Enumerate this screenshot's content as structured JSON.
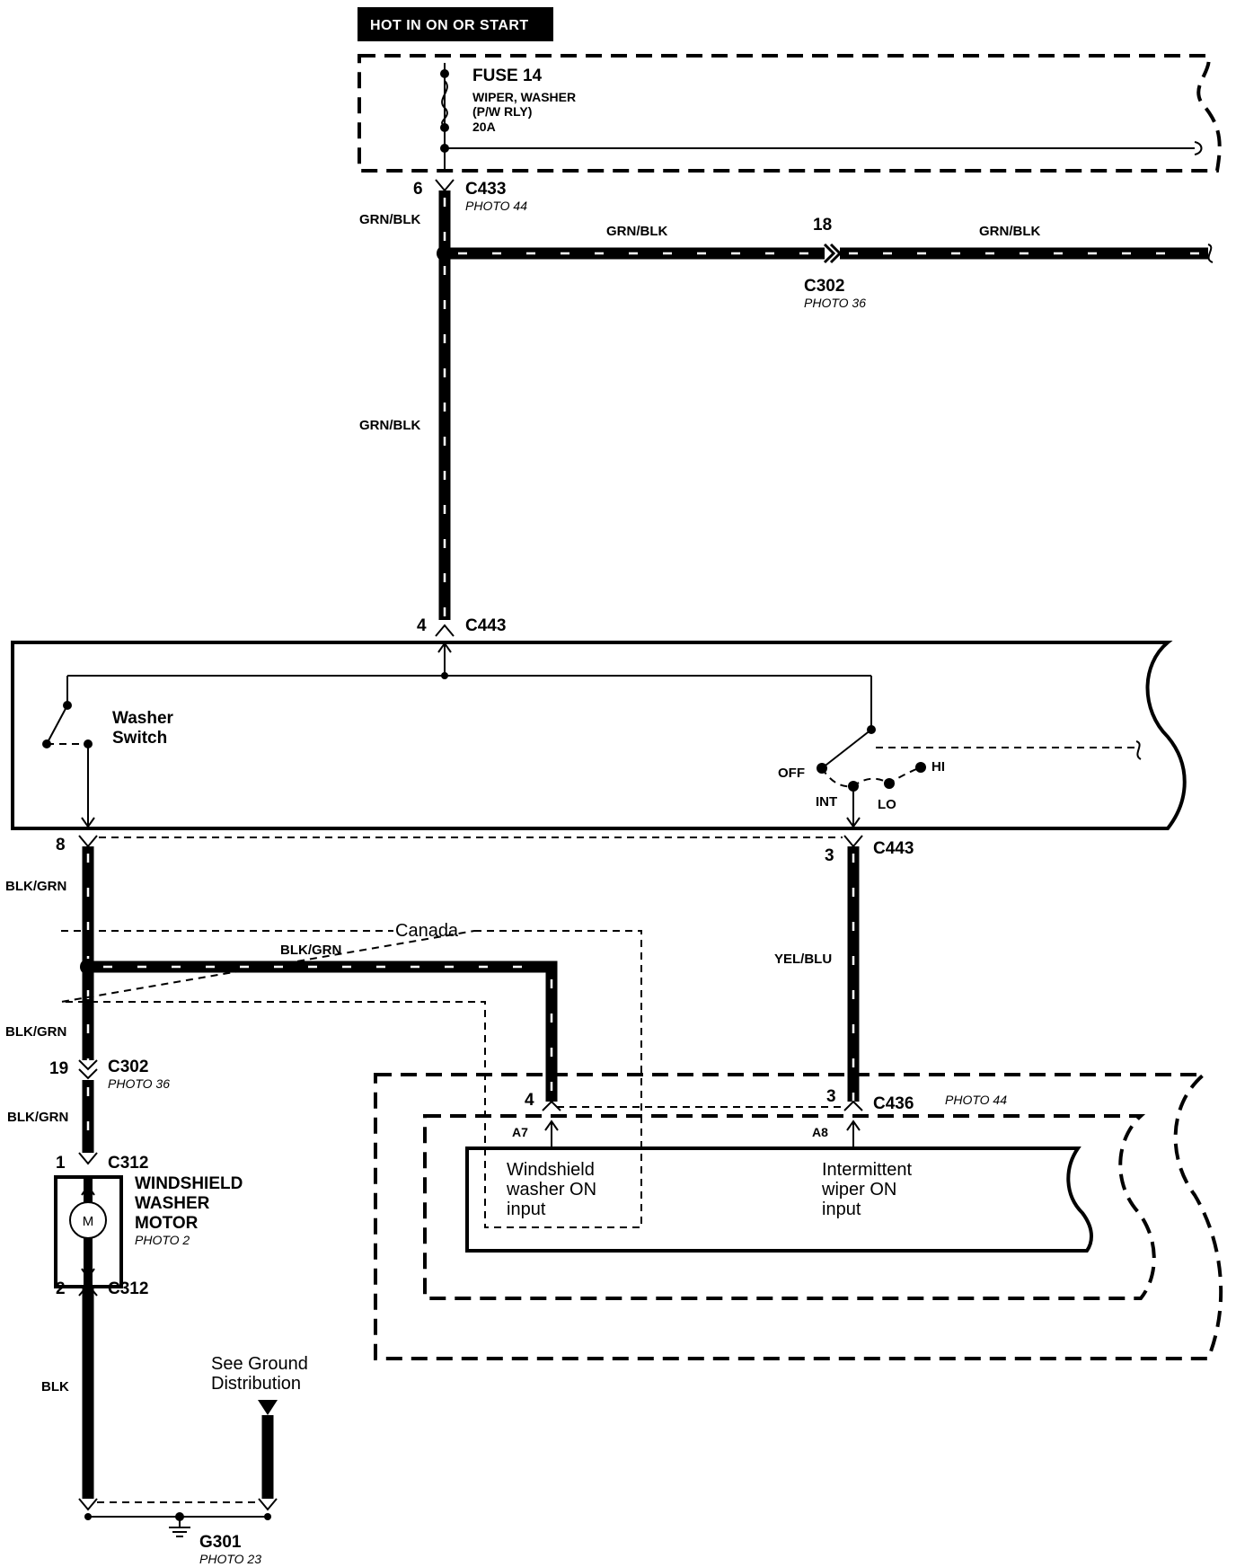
{
  "header": {
    "label": "HOT IN ON OR START"
  },
  "fuse": {
    "name": "FUSE 14",
    "circuit": "WIPER, WASHER",
    "relay": "(P/W RLY)",
    "rating": "20A"
  },
  "c433": {
    "pin": "6",
    "name": "C433",
    "photo": "PHOTO 44"
  },
  "c302_top": {
    "pin": "18",
    "name": "C302",
    "photo": "PHOTO 36"
  },
  "c443_top": {
    "pin": "4",
    "name": "C443"
  },
  "c443_right": {
    "pin": "3",
    "name": "C443"
  },
  "c302_left": {
    "pin": "19",
    "name": "C302",
    "photo": "PHOTO 36"
  },
  "c312_top": {
    "pin": "1",
    "name": "C312"
  },
  "c312_bot": {
    "pin": "2",
    "name": "C312"
  },
  "c436": {
    "pin_left": "4",
    "pin_right": "3",
    "name": "C436",
    "photo": "PHOTO 44"
  },
  "wires": {
    "grn_blk": "GRN/BLK",
    "blk_grn": "BLK/GRN",
    "yel_blu": "YEL/BLU",
    "blk": "BLK"
  },
  "switch": {
    "washer_line1": "Washer",
    "washer_line2": "Switch",
    "off": "OFF",
    "int": "INT",
    "lo": "LO",
    "hi": "HI"
  },
  "canada": "Canada",
  "control_unit": {
    "pin_a7": "A7",
    "pin_a8": "A8",
    "washer_input": [
      "Windshield",
      "washer ON",
      "input"
    ],
    "wiper_input": [
      "Intermittent",
      "wiper ON",
      "input"
    ]
  },
  "motor": {
    "line1": "WINDSHIELD",
    "line2": "WASHER",
    "line3": "MOTOR",
    "photo": "PHOTO 2",
    "symbol": "M"
  },
  "ground": {
    "see_line1": "See Ground",
    "see_line2": "Distribution",
    "name": "G301",
    "photo": "PHOTO 23"
  }
}
